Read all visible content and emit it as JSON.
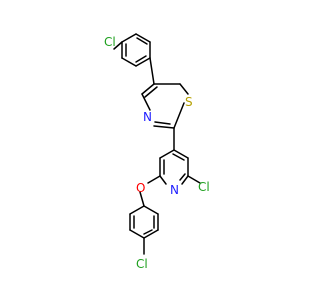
{
  "molecule": {
    "atom_labels": {
      "cl_top": "Cl",
      "s_thiazole": "S",
      "n_thiazole": "N",
      "n_pyridine": "N",
      "cl_pyridine": "Cl",
      "o_ether": "O",
      "cl_bottom": "Cl"
    },
    "colors": {
      "bond": "#000000",
      "chlorine": "#1fa01f",
      "sulfur": "#b5a000",
      "nitrogen": "#2020ff",
      "oxygen": "#ff0000"
    }
  }
}
